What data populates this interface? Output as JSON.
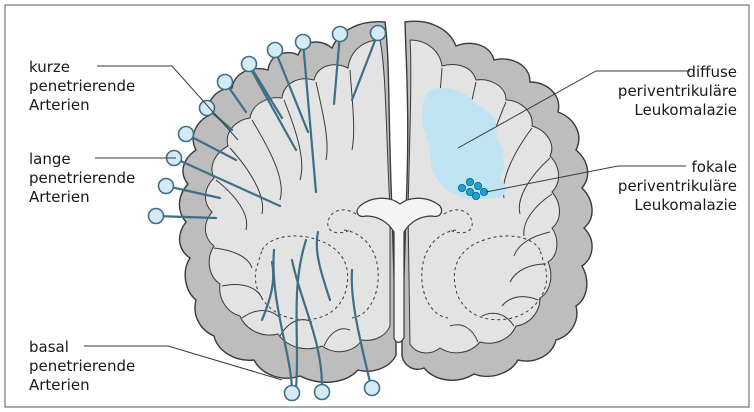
{
  "labels": {
    "kurze": [
      "kurze",
      "penetrierende",
      "Arterien"
    ],
    "lange": [
      "lange",
      "penetrierende",
      "Arterien"
    ],
    "basal": [
      "basal",
      "penetrierende",
      "Arterien"
    ],
    "diffuse": [
      "diffuse",
      "periventrikuläre",
      "Leukomalazie"
    ],
    "fokale": [
      "fokale",
      "periventrikuläre",
      "Leukomalazie"
    ]
  },
  "colors": {
    "cortex": "#bdbdbd",
    "white_matter": "#e3e3e3",
    "outline": "#3a3a3a",
    "lesion": "#bfe3f3",
    "focal_spot": "#1aa3d4",
    "artery": "#3f6e86",
    "artery_head": "#d4eaf5"
  }
}
